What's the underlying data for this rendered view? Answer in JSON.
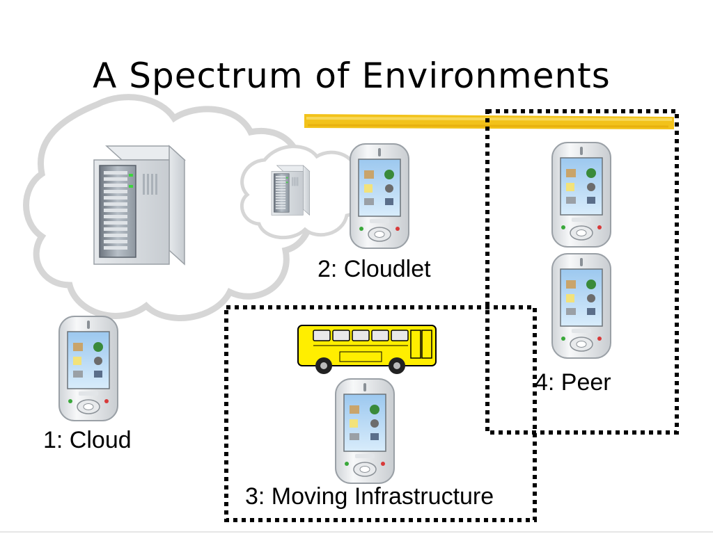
{
  "slide": {
    "title": "A Spectrum of Environments",
    "labels": {
      "cloud": "1: Cloud",
      "cloudlet": "2: Cloudlet",
      "moving": "3: Moving Infrastructure",
      "peer": "4: Peer"
    }
  },
  "icons": [
    "cloud-icon",
    "server-icon",
    "smartphone-icon",
    "bus-icon",
    "highlight-stroke"
  ],
  "colors": {
    "highlight": "#f2c21a",
    "bus": "#ffee00",
    "cloud_outline": "#d9d9d9",
    "border": "#000000"
  }
}
